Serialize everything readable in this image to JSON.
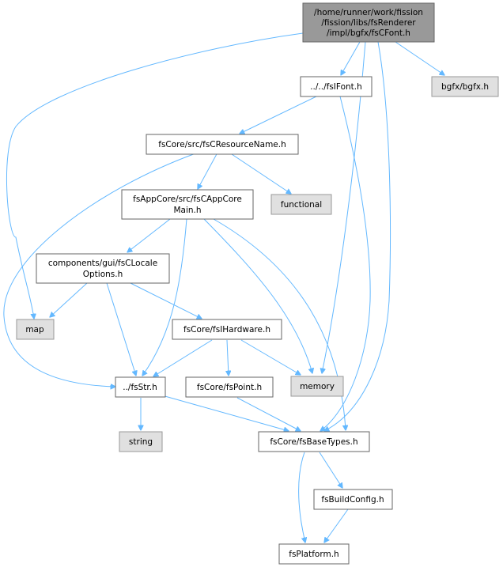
{
  "colors": {
    "edge": "#63b8ff",
    "root_fill": "#999999",
    "normal_fill": "#ffffff",
    "system_fill": "#e0e0e0",
    "border": "#666666"
  },
  "nodes": {
    "root": {
      "lines": [
        "/home/runner/work/fission",
        "/fission/libs/fsRenderer",
        "/impl/bgfx/fsCFont.h"
      ]
    },
    "fsifont": {
      "lines": [
        "../../fsIFont.h"
      ]
    },
    "bgfx": {
      "lines": [
        "bgfx/bgfx.h"
      ]
    },
    "resname": {
      "lines": [
        "fsCore/src/fsCResourceName.h"
      ]
    },
    "appcore": {
      "lines": [
        "fsAppCore/src/fsCAppCore",
        "Main.h"
      ]
    },
    "functional": {
      "lines": [
        "functional"
      ]
    },
    "locale": {
      "lines": [
        "components/gui/fsCLocale",
        "Options.h"
      ]
    },
    "map": {
      "lines": [
        "map"
      ]
    },
    "hardware": {
      "lines": [
        "fsCore/fsIHardware.h"
      ]
    },
    "fsstr": {
      "lines": [
        "../fsStr.h"
      ]
    },
    "point": {
      "lines": [
        "fsCore/fsPoint.h"
      ]
    },
    "memory": {
      "lines": [
        "memory"
      ]
    },
    "string": {
      "lines": [
        "string"
      ]
    },
    "basetypes": {
      "lines": [
        "fsCore/fsBaseTypes.h"
      ]
    },
    "buildconfig": {
      "lines": [
        "fsBuildConfig.h"
      ]
    },
    "platform": {
      "lines": [
        "fsPlatform.h"
      ]
    }
  }
}
